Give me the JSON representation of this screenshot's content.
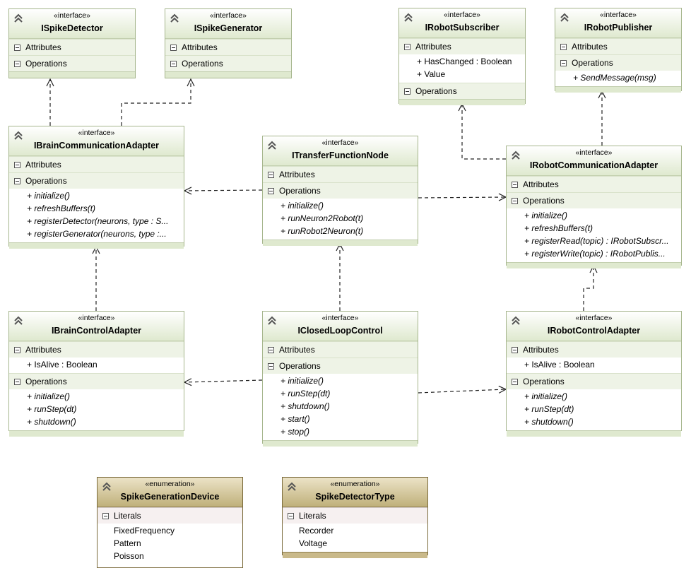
{
  "classes": {
    "ispikedetector": {
      "stereotype": "«interface»",
      "name": "ISpikeDetector",
      "attributes_label": "Attributes",
      "operations_label": "Operations"
    },
    "ispikegenerator": {
      "stereotype": "«interface»",
      "name": "ISpikeGenerator",
      "attributes_label": "Attributes",
      "operations_label": "Operations"
    },
    "irobotsubscriber": {
      "stereotype": "«interface»",
      "name": "IRobotSubscriber",
      "attributes_label": "Attributes",
      "attributes": [
        "+ HasChanged : Boolean",
        "+ Value"
      ],
      "operations_label": "Operations"
    },
    "irobotpublisher": {
      "stereotype": "«interface»",
      "name": "IRobotPublisher",
      "attributes_label": "Attributes",
      "operations_label": "Operations",
      "operations": [
        "+ SendMessage(msg)"
      ]
    },
    "ibraincommunicationadapter": {
      "stereotype": "«interface»",
      "name": "IBrainCommunicationAdapter",
      "attributes_label": "Attributes",
      "operations_label": "Operations",
      "operations": [
        "+ initialize()",
        "+ refreshBuffers(t)",
        "+ registerDetector(neurons, type : S...",
        "+ registerGenerator(neurons, type :..."
      ]
    },
    "itransferfunctionnode": {
      "stereotype": "«interface»",
      "name": "ITransferFunctionNode",
      "attributes_label": "Attributes",
      "operations_label": "Operations",
      "operations": [
        "+ initialize()",
        "+ runNeuron2Robot(t)",
        "+ runRobot2Neuron(t)"
      ]
    },
    "irobotcommunicationadapter": {
      "stereotype": "«interface»",
      "name": "IRobotCommunicationAdapter",
      "attributes_label": "Attributes",
      "operations_label": "Operations",
      "operations": [
        "+ initialize()",
        "+ refreshBuffers(t)",
        "+ registerRead(topic) : IRobotSubscr...",
        "+ registerWrite(topic) : IRobotPublis..."
      ]
    },
    "ibraincontroladapter": {
      "stereotype": "«interface»",
      "name": "IBrainControlAdapter",
      "attributes_label": "Attributes",
      "attributes": [
        "+ IsAlive : Boolean"
      ],
      "operations_label": "Operations",
      "operations": [
        "+ initialize()",
        "+ runStep(dt)",
        "+ shutdown()"
      ]
    },
    "iclosedloopcontrol": {
      "stereotype": "«interface»",
      "name": "IClosedLoopControl",
      "attributes_label": "Attributes",
      "operations_label": "Operations",
      "operations": [
        "+ initialize()",
        "+ runStep(dt)",
        "+ shutdown()",
        "+ start()",
        "+ stop()"
      ]
    },
    "irobotcontroladapter": {
      "stereotype": "«interface»",
      "name": "IRobotControlAdapter",
      "attributes_label": "Attributes",
      "attributes": [
        "+ IsAlive : Boolean"
      ],
      "operations_label": "Operations",
      "operations": [
        "+ initialize()",
        "+ runStep(dt)",
        "+ shutdown()"
      ]
    },
    "spikegenerationdevice": {
      "stereotype": "«enumeration»",
      "name": "SpikeGenerationDevice",
      "literals_label": "Literals",
      "literals": [
        "FixedFrequency",
        "Pattern",
        "Poisson"
      ]
    },
    "spikedetectortype": {
      "stereotype": "«enumeration»",
      "name": "SpikeDetectorType",
      "literals_label": "Literals",
      "literals": [
        "Recorder",
        "Voltage"
      ]
    }
  },
  "colors": {
    "interface_header": "#dfe9cf",
    "enum_header": "#bfb07a",
    "border": "#a5b58c",
    "edge": "#222222"
  },
  "icons": {
    "collapse": "double-chevron-up-icon",
    "section": "minus-box-icon"
  },
  "edges": [
    {
      "from": "IBrainCommunicationAdapter",
      "to": "ISpikeDetector",
      "kind": "dependency"
    },
    {
      "from": "IBrainCommunicationAdapter",
      "to": "ISpikeGenerator",
      "kind": "dependency"
    },
    {
      "from": "IRobotCommunicationAdapter",
      "to": "IRobotSubscriber",
      "kind": "dependency"
    },
    {
      "from": "IRobotCommunicationAdapter",
      "to": "IRobotPublisher",
      "kind": "dependency"
    },
    {
      "from": "ITransferFunctionNode",
      "to": "IBrainCommunicationAdapter",
      "kind": "dependency"
    },
    {
      "from": "ITransferFunctionNode",
      "to": "IRobotCommunicationAdapter",
      "kind": "dependency"
    },
    {
      "from": "IBrainControlAdapter",
      "to": "IBrainCommunicationAdapter",
      "kind": "dependency"
    },
    {
      "from": "IClosedLoopControl",
      "to": "ITransferFunctionNode",
      "kind": "dependency"
    },
    {
      "from": "IRobotControlAdapter",
      "to": "IRobotCommunicationAdapter",
      "kind": "dependency"
    },
    {
      "from": "IClosedLoopControl",
      "to": "IBrainControlAdapter",
      "kind": "dependency"
    },
    {
      "from": "IClosedLoopControl",
      "to": "IRobotControlAdapter",
      "kind": "dependency"
    }
  ]
}
